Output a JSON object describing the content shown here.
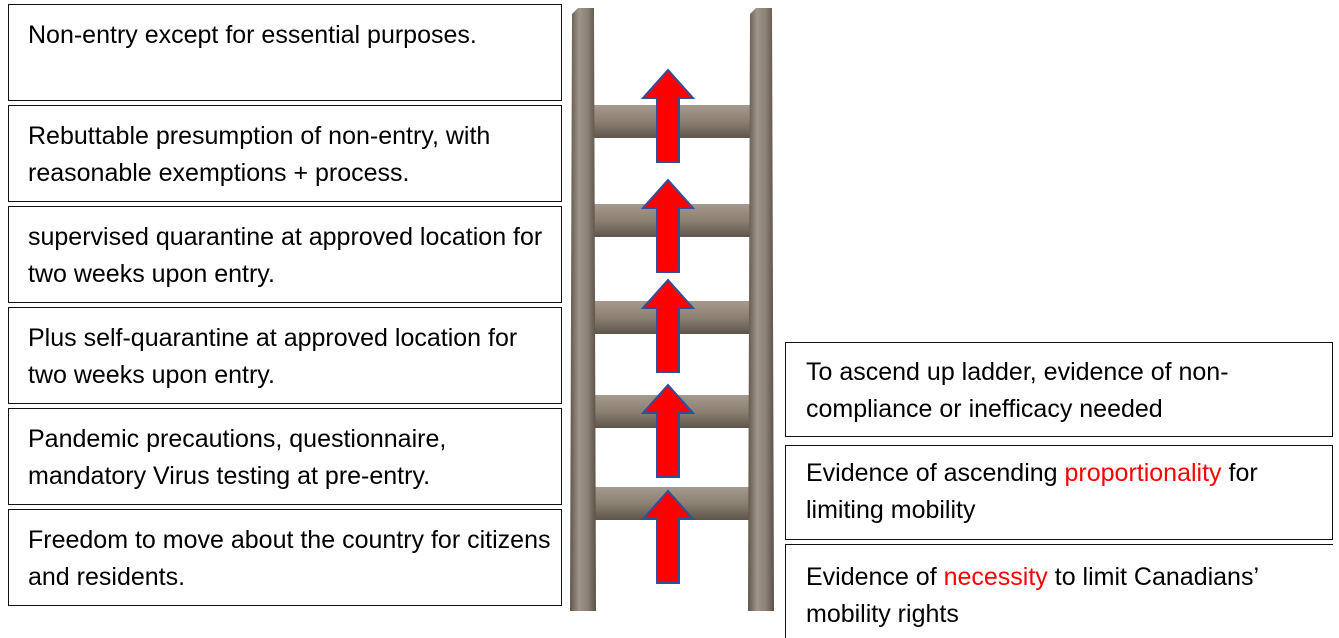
{
  "steps": [
    {
      "text": "Non-entry except for essential purposes."
    },
    {
      "text": "Rebuttable presumption of non-entry, with reasonable exemptions + process."
    },
    {
      "text": "supervised quarantine at approved location for two weeks upon entry."
    },
    {
      "text": "Plus self-quarantine at approved location for two weeks upon entry."
    },
    {
      "text": "Pandemic precautions, questionnaire, mandatory Virus testing at pre-entry."
    },
    {
      "text": "Freedom to move about the country for citizens and residents."
    }
  ],
  "evidence": {
    "ascend": "To ascend up ladder, evidence of non-compliance or inefficacy needed",
    "proportionality_before": "Evidence of ascending ",
    "proportionality_keyword": "proportionality",
    "proportionality_after": " for limiting mobility",
    "necessity_before": "Evidence of ",
    "necessity_keyword": "necessity",
    "necessity_after": " to limit Canadians’ mobility rights"
  },
  "colors": {
    "arrow_fill": "#ff0000",
    "arrow_stroke": "#2f4f9a",
    "highlight_text": "#ff0000",
    "ladder_wood": "#8a7d6e"
  }
}
